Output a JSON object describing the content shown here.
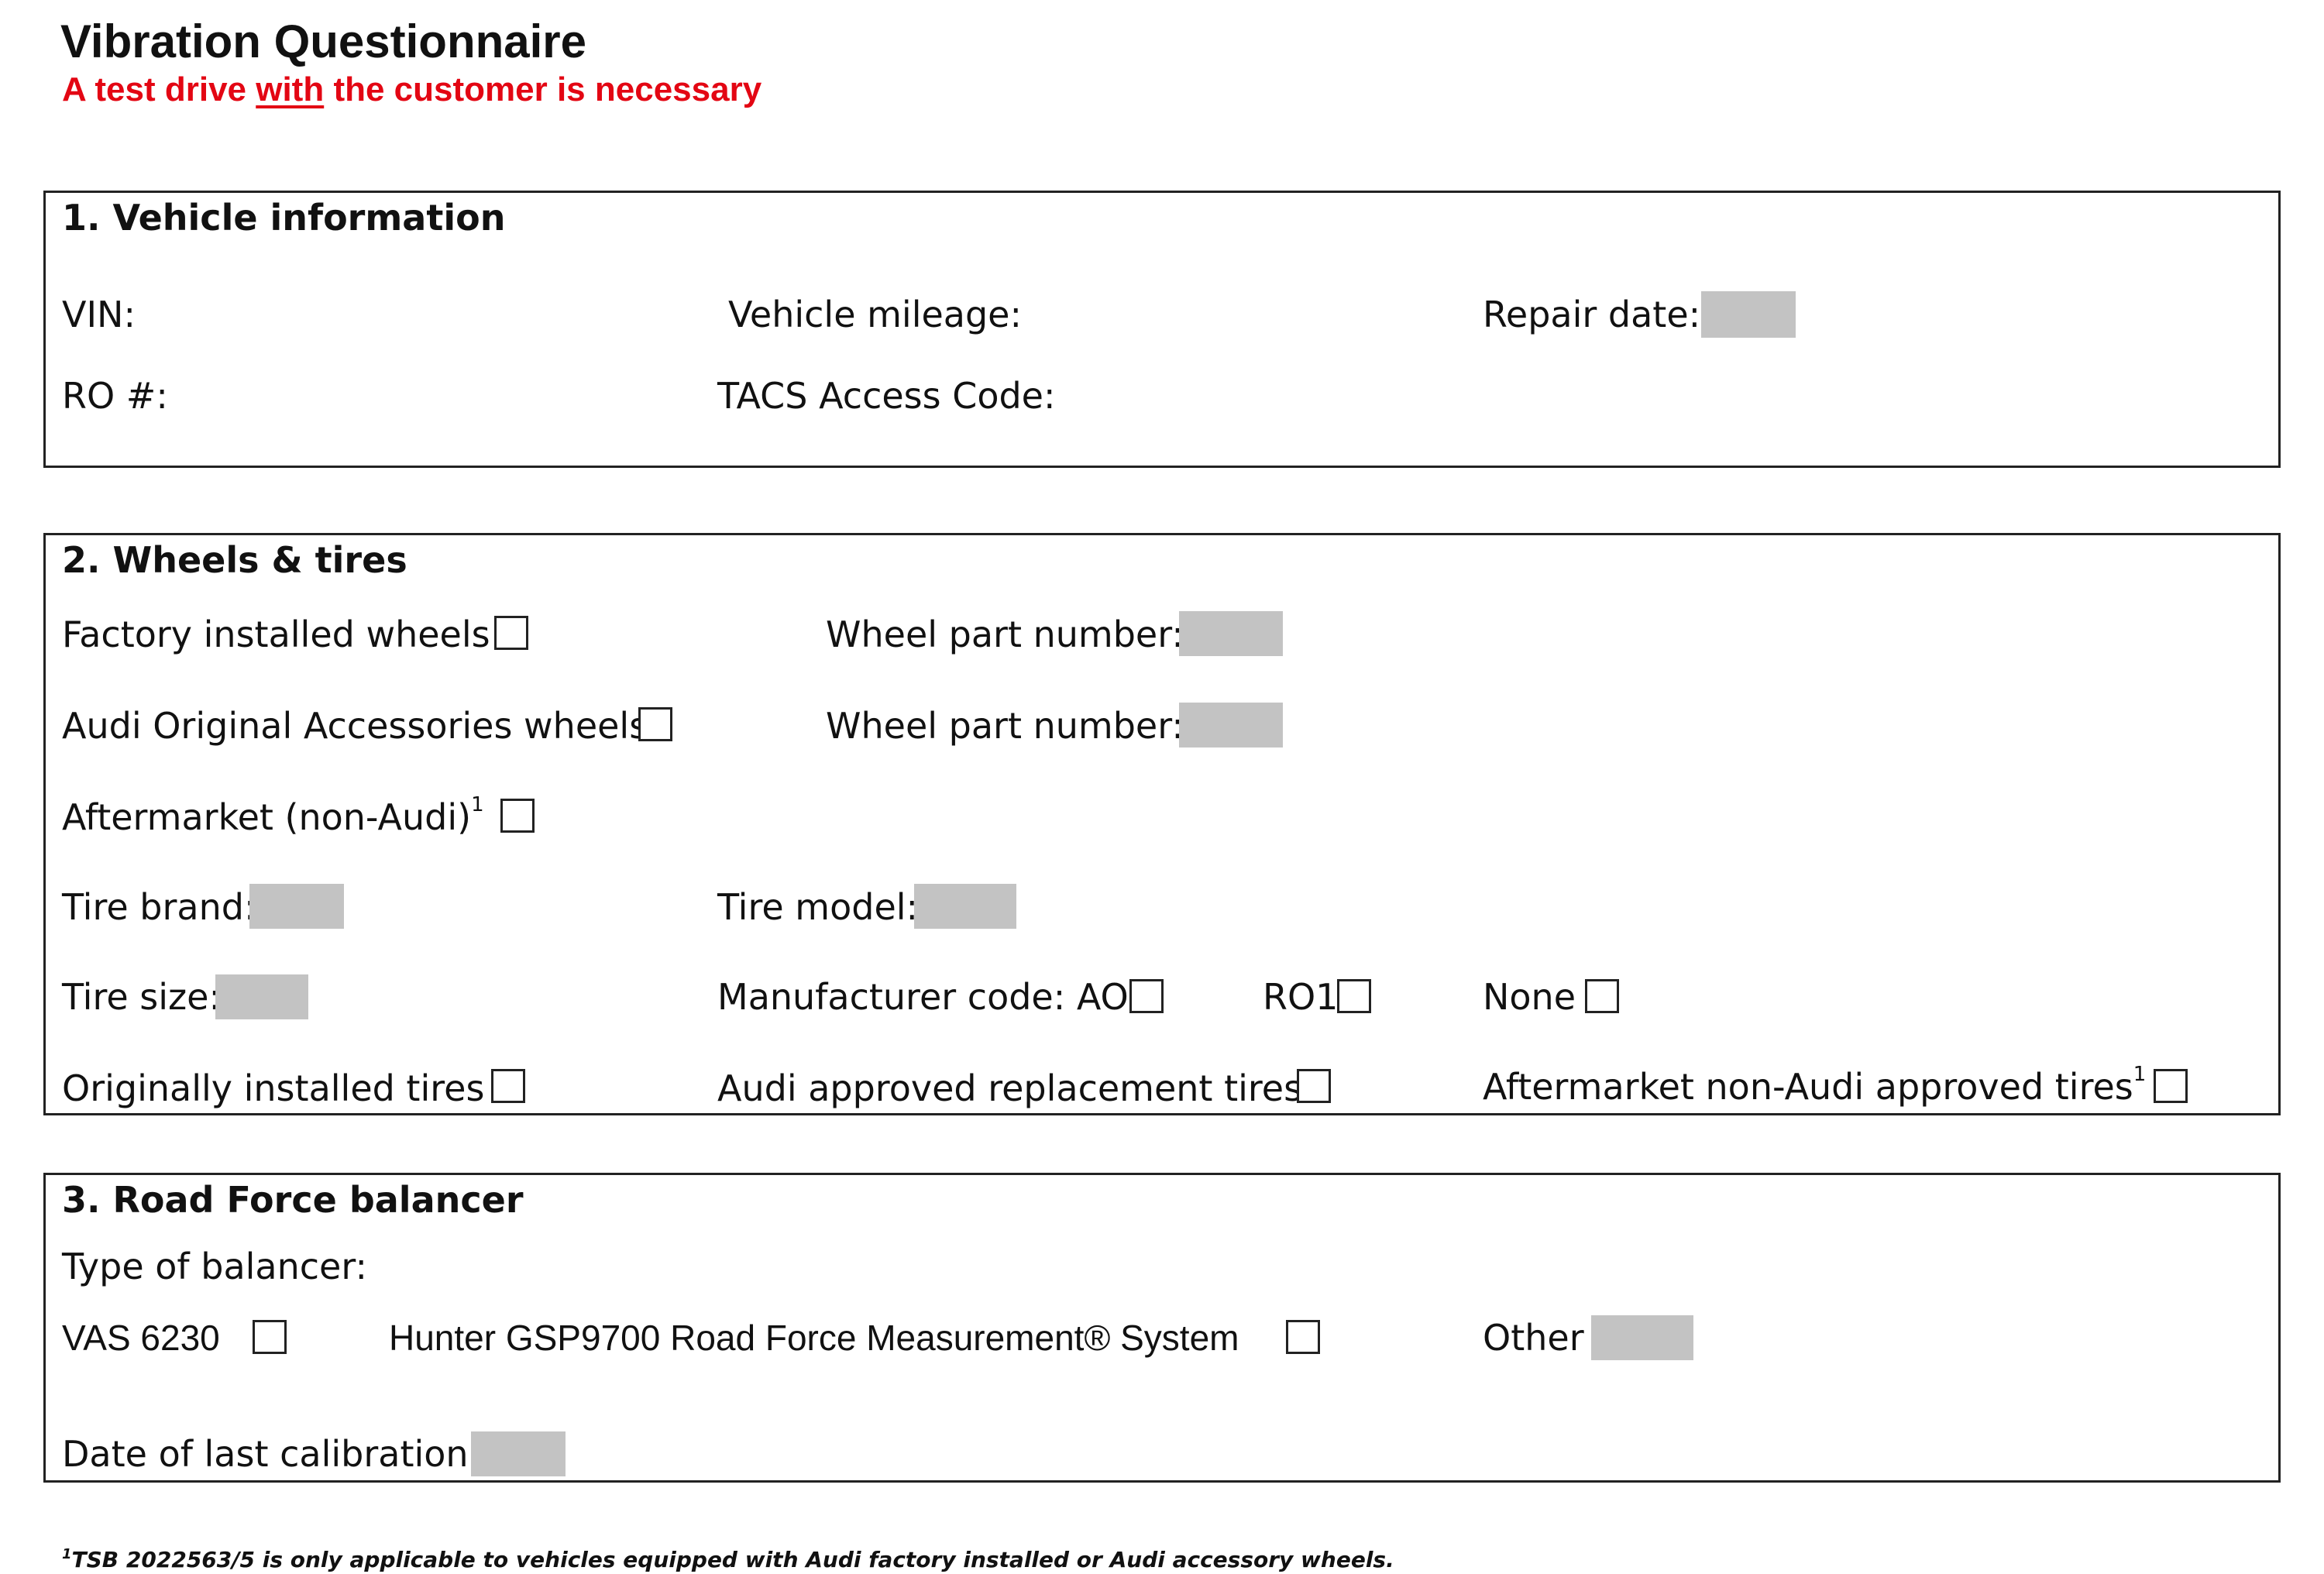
{
  "header": {
    "title": "Vibration Questionnaire",
    "subtitle_pre": "A test drive ",
    "subtitle_em": "with",
    "subtitle_post": " the customer is necessary"
  },
  "section1": {
    "title": "1.  Vehicle information",
    "vin_label": "VIN:",
    "mileage_label": "Vehicle mileage:",
    "repair_date_label": "Repair date:",
    "ro_label": "RO #:",
    "tacs_label": "TACS Access Code:"
  },
  "section2": {
    "title": "2.  Wheels & tires",
    "factory_wheels_label": "Factory installed wheels",
    "wheel_part_label_1": "Wheel part number:",
    "aoa_wheels_label": "Audi Original Accessories wheels",
    "wheel_part_label_2": "Wheel part number:",
    "aftermarket_label": "Aftermarket (non-Audi)",
    "footnote_ref": "1",
    "tire_brand_label": "Tire brand:",
    "tire_model_label": "Tire model:",
    "tire_size_label": "Tire size:",
    "mfr_code_label": "Manufacturer code: AO",
    "ro1_label": "RO1",
    "none_label": "None",
    "orig_tires_label": "Originally installed tires",
    "approved_tires_label": "Audi approved replacement tires",
    "aftermarket_tires_label": "Aftermarket non-Audi approved tires",
    "footnote_ref_2": "1"
  },
  "section3": {
    "title": "3.  Road Force balancer",
    "type_label": "Type of balancer:",
    "vas_label": "VAS 6230",
    "hunter_label": "Hunter GSP9700 Road Force Measurement® System",
    "other_label": "Other",
    "calibration_label": "Date of last calibration:"
  },
  "footnote": {
    "marker": "1",
    "text": "TSB 2022563/5 is only applicable to vehicles equipped with Audi factory installed or Audi accessory wheels."
  }
}
